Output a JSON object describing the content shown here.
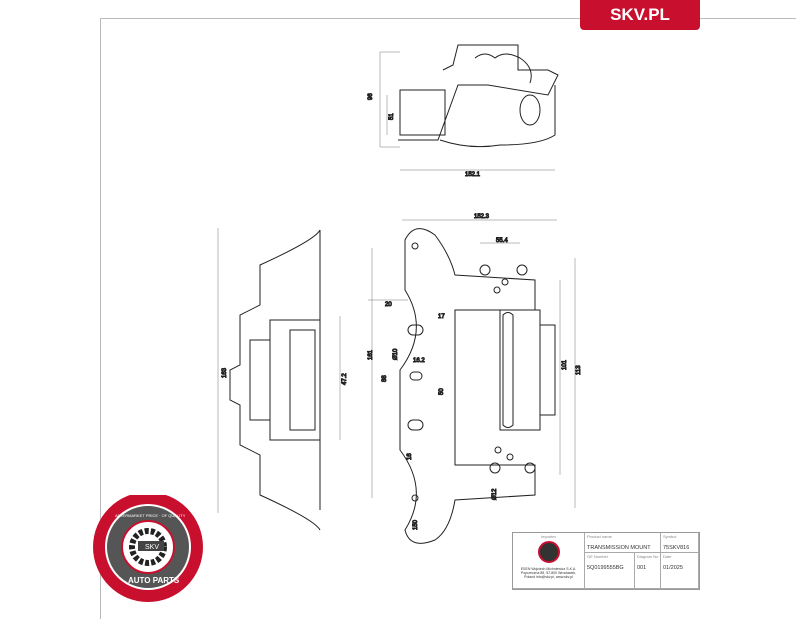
{
  "brand": {
    "label": "SKV.PL",
    "color": "#c8102e"
  },
  "logo": {
    "ring_text_top": "AFTERMARKET PRICE · OF QUALITY",
    "center_text": "SKV",
    "ring_text_bottom": "AUTO PARTS"
  },
  "dimensions": {
    "top_view": {
      "height": "96",
      "inner_height": "51",
      "width": "152.1"
    },
    "side_view": {
      "height": "163",
      "inner": "47.2"
    },
    "front_view": {
      "width": "152.3",
      "hole_spacing": "55.4",
      "offset": "20",
      "slot": "17",
      "slot_width": "16.2",
      "dia_small": "Ø10",
      "v1": "88",
      "v2": "50",
      "v3": "161",
      "v4": "113",
      "v5": "101",
      "v6": "16",
      "v7": "Ø12",
      "v8": "150"
    }
  },
  "title_block": {
    "importer_label": "Importer",
    "importer_text": "ESEN Wojciech Michniewicz S.K.A. Poprzeczna 85, 57-800 Wrocławek, Poland info@skv.pl, www.skv.pl",
    "product_label": "Product name",
    "product": "TRANSMISSION MOUNT",
    "symbol_label": "Symbol",
    "symbol": "75SKV816",
    "oe_label": "OE Number",
    "oe": "5Q0199555BG",
    "diagram_label": "Diagram No",
    "diagram": "001",
    "date_label": "Date",
    "date": "01/2025"
  }
}
